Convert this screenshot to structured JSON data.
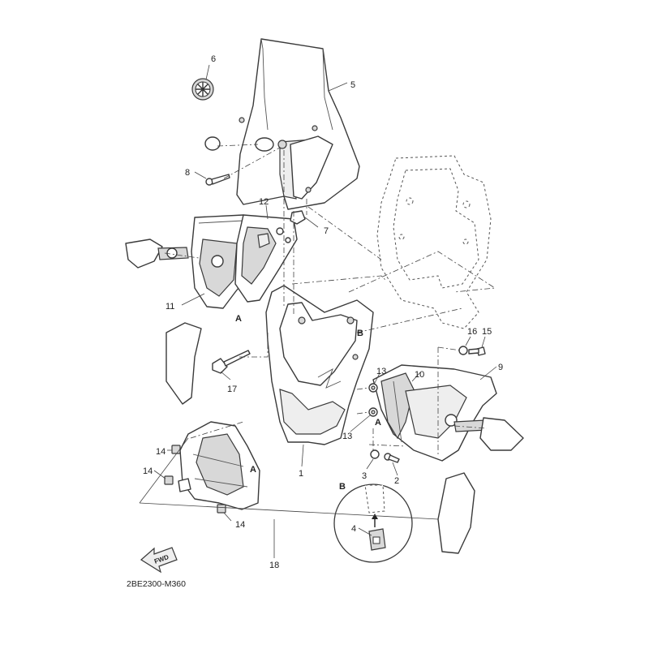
{
  "callouts": {
    "c1": "1",
    "c2": "2",
    "c3": "3",
    "c4": "4",
    "c5": "5",
    "c6": "6",
    "c7": "7",
    "c8": "8",
    "c9": "9",
    "c10": "10",
    "c11": "11",
    "c12": "12",
    "c13a": "13",
    "c13b": "13",
    "c14a": "14",
    "c14b": "14",
    "c14c": "14",
    "c15": "15",
    "c16": "16",
    "c17": "17",
    "c18": "18"
  },
  "view_refs": {
    "a1": "A",
    "a2": "A",
    "a3": "A",
    "b1": "B",
    "b2": "B"
  },
  "forward_arrow": "FWD",
  "diagram_code": "2BE2300-M360",
  "icons": [
    "fwd-arrow-icon",
    "yamaha-emblem-icon"
  ]
}
